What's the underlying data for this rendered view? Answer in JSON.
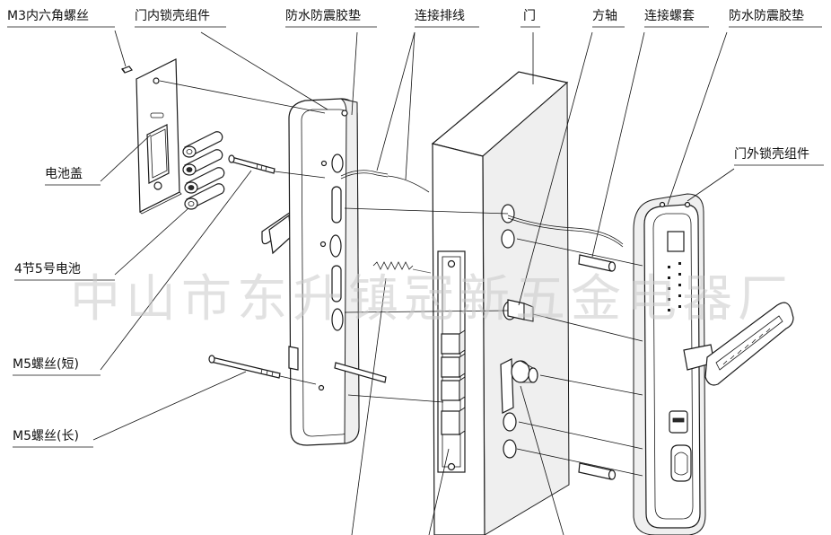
{
  "labels": {
    "m3_screw": "M3内六角螺丝",
    "inner_lock_assembly": "门内锁壳组件",
    "waterproof_pad_left": "防水防震胶垫",
    "ribbon_cable": "连接排线",
    "door": "门",
    "square_shaft": "方轴",
    "connecting_sleeve": "连接螺套",
    "waterproof_pad_right": "防水防震胶垫",
    "outer_lock_assembly": "门外锁壳组件",
    "battery_cover": "电池盖",
    "aa_batteries": "4节5号电池",
    "m5_short": "M5螺丝(短)",
    "m5_long": "M5螺丝(长)"
  },
  "watermark": "中山市东升镇冠新五金电器厂"
}
